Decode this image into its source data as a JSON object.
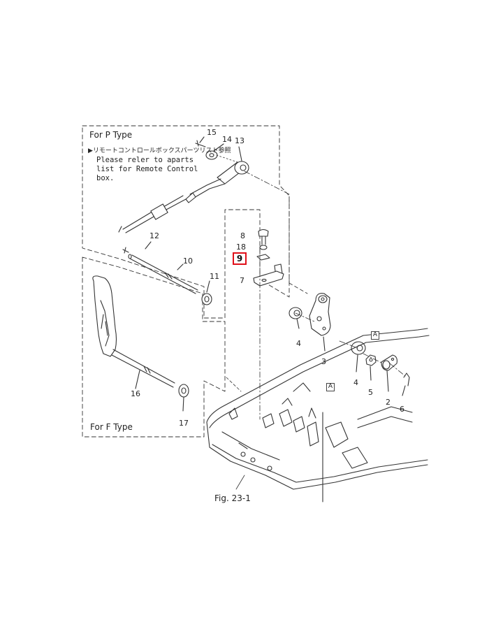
{
  "diagram": {
    "sections": {
      "p_type_title": "For P Type",
      "f_type_title": "For F Type"
    },
    "note": {
      "jp_line": "▶リモートコントロールボックスパーツリスト参照",
      "en_lines": [
        "Please reler to aparts",
        "list for Remote Control",
        "box."
      ]
    },
    "figure_caption": "Fig. 23-1",
    "highlighted_part": "9",
    "part_labels": {
      "p1": "15",
      "p2": "14",
      "p3": "13",
      "p4": "8",
      "p5": "18",
      "p6": "7",
      "p7": "12",
      "p8": "10",
      "p9": "11",
      "p10": "4",
      "p11": "3",
      "p12": "16",
      "p13": "17",
      "p14": "4",
      "p15": "5",
      "p16": "2",
      "p17": "6"
    },
    "reference_tags": {
      "a1": "A",
      "a2": "A"
    },
    "colors": {
      "line": "#333333",
      "highlight": "#e0101a"
    }
  }
}
